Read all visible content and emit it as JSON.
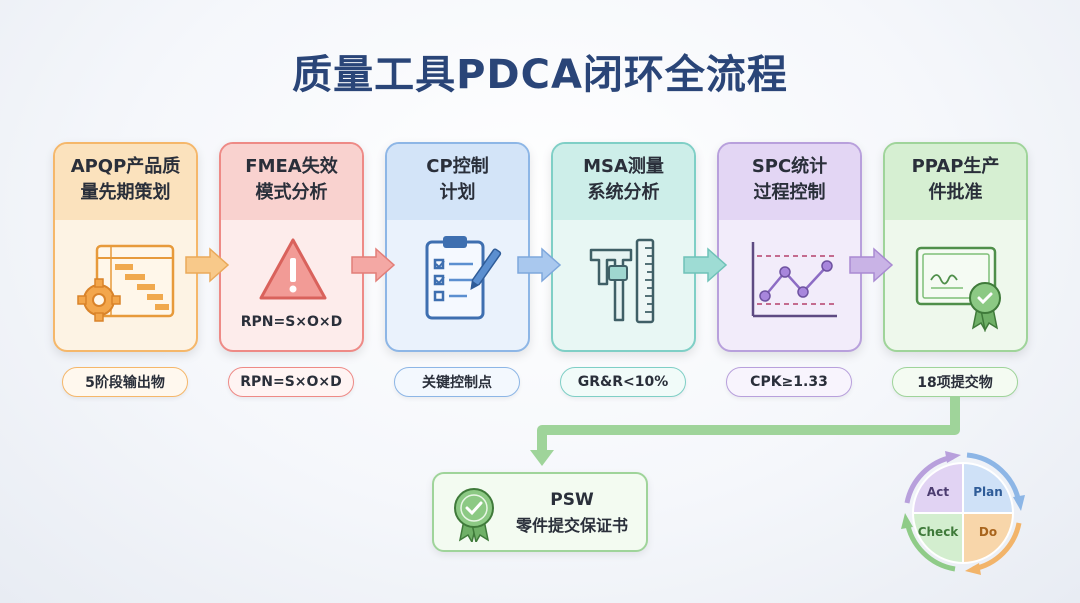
{
  "title": "质量工具PDCA闭环全流程",
  "steps": [
    {
      "line1": "APQP产品质",
      "line2": "量先期策划",
      "pill": "5阶段输出物",
      "icon": "gantt-gear-icon"
    },
    {
      "line1": "FMEA失效",
      "line2": "模式分析",
      "inline": "RPN=S×O×D",
      "pill": "RPN=S×O×D",
      "icon": "warning-icon"
    },
    {
      "line1": "CP控制",
      "line2": "计划",
      "pill": "关键控制点",
      "icon": "clipboard-checklist-icon"
    },
    {
      "line1": "MSA测量",
      "line2": "系统分析",
      "pill": "GR&R<10%",
      "icon": "caliper-ruler-icon"
    },
    {
      "line1": "SPC统计",
      "line2": "过程控制",
      "pill": "CPK≥1.33",
      "icon": "control-chart-icon"
    },
    {
      "line1": "PPAP生产",
      "line2": "件批准",
      "pill": "18项提交物",
      "icon": "certificate-icon"
    }
  ],
  "psw": {
    "line1": "PSW",
    "line2": "零件提交保证书",
    "icon": "badge-check-icon"
  },
  "pdca": {
    "act": "Act",
    "plan": "Plan",
    "check": "Check",
    "do": "Do"
  },
  "colors": {
    "orange": "#f5b76a",
    "red": "#ee8a86",
    "blue": "#8db6e6",
    "teal": "#7fcfc6",
    "purple": "#b8a0dc",
    "green": "#9fd49a",
    "title": "#2a4578"
  }
}
